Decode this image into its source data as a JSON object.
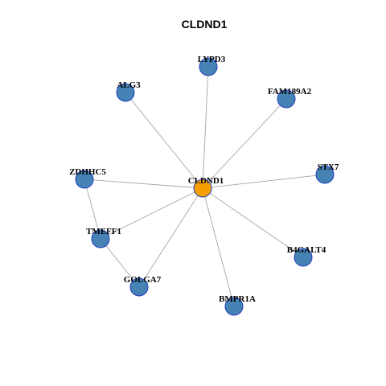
{
  "title": "CLDND1",
  "colors": {
    "center_fill": "#f5a000",
    "neighbor_fill": "#4682b4",
    "node_stroke": "#1f3fbf",
    "edge": "#a6a6a6"
  },
  "nodes": [
    {
      "id": "CLDND1",
      "label": "CLDND1",
      "role": "center"
    },
    {
      "id": "LYPD3",
      "label": "LYPD3",
      "role": "neighbor"
    },
    {
      "id": "ALG3",
      "label": "ALG3",
      "role": "neighbor"
    },
    {
      "id": "FAM189A2",
      "label": "FAM189A2",
      "role": "neighbor"
    },
    {
      "id": "ZDHHC5",
      "label": "ZDHHC5",
      "role": "neighbor"
    },
    {
      "id": "STX7",
      "label": "STX7",
      "role": "neighbor"
    },
    {
      "id": "TMEFF1",
      "label": "TMEFF1",
      "role": "neighbor"
    },
    {
      "id": "B4GALT4",
      "label": "B4GALT4",
      "role": "neighbor"
    },
    {
      "id": "GOLGA7",
      "label": "GOLGA7",
      "role": "neighbor"
    },
    {
      "id": "BMPR1A",
      "label": "BMPR1A",
      "role": "neighbor"
    }
  ],
  "edges": [
    [
      "CLDND1",
      "LYPD3"
    ],
    [
      "CLDND1",
      "ALG3"
    ],
    [
      "CLDND1",
      "FAM189A2"
    ],
    [
      "CLDND1",
      "ZDHHC5"
    ],
    [
      "CLDND1",
      "STX7"
    ],
    [
      "CLDND1",
      "TMEFF1"
    ],
    [
      "CLDND1",
      "B4GALT4"
    ],
    [
      "CLDND1",
      "GOLGA7"
    ],
    [
      "CLDND1",
      "BMPR1A"
    ],
    [
      "ZDHHC5",
      "TMEFF1"
    ],
    [
      "TMEFF1",
      "GOLGA7"
    ]
  ]
}
